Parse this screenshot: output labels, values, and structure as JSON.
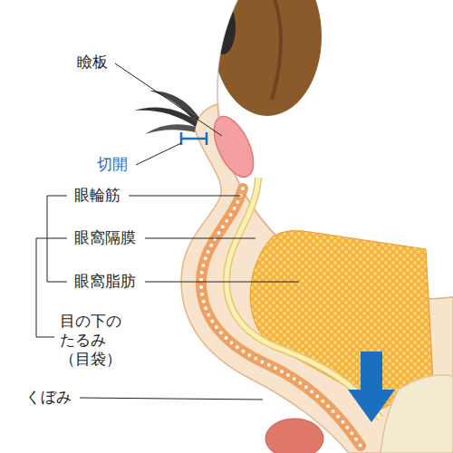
{
  "diagram": {
    "labels": [
      "瞼板",
      "切開",
      "眼輪筋",
      "眼窩隔膜",
      "眼窩脂肪",
      "目の下の たるみ （目袋）",
      "くぼみ"
    ]
  }
}
